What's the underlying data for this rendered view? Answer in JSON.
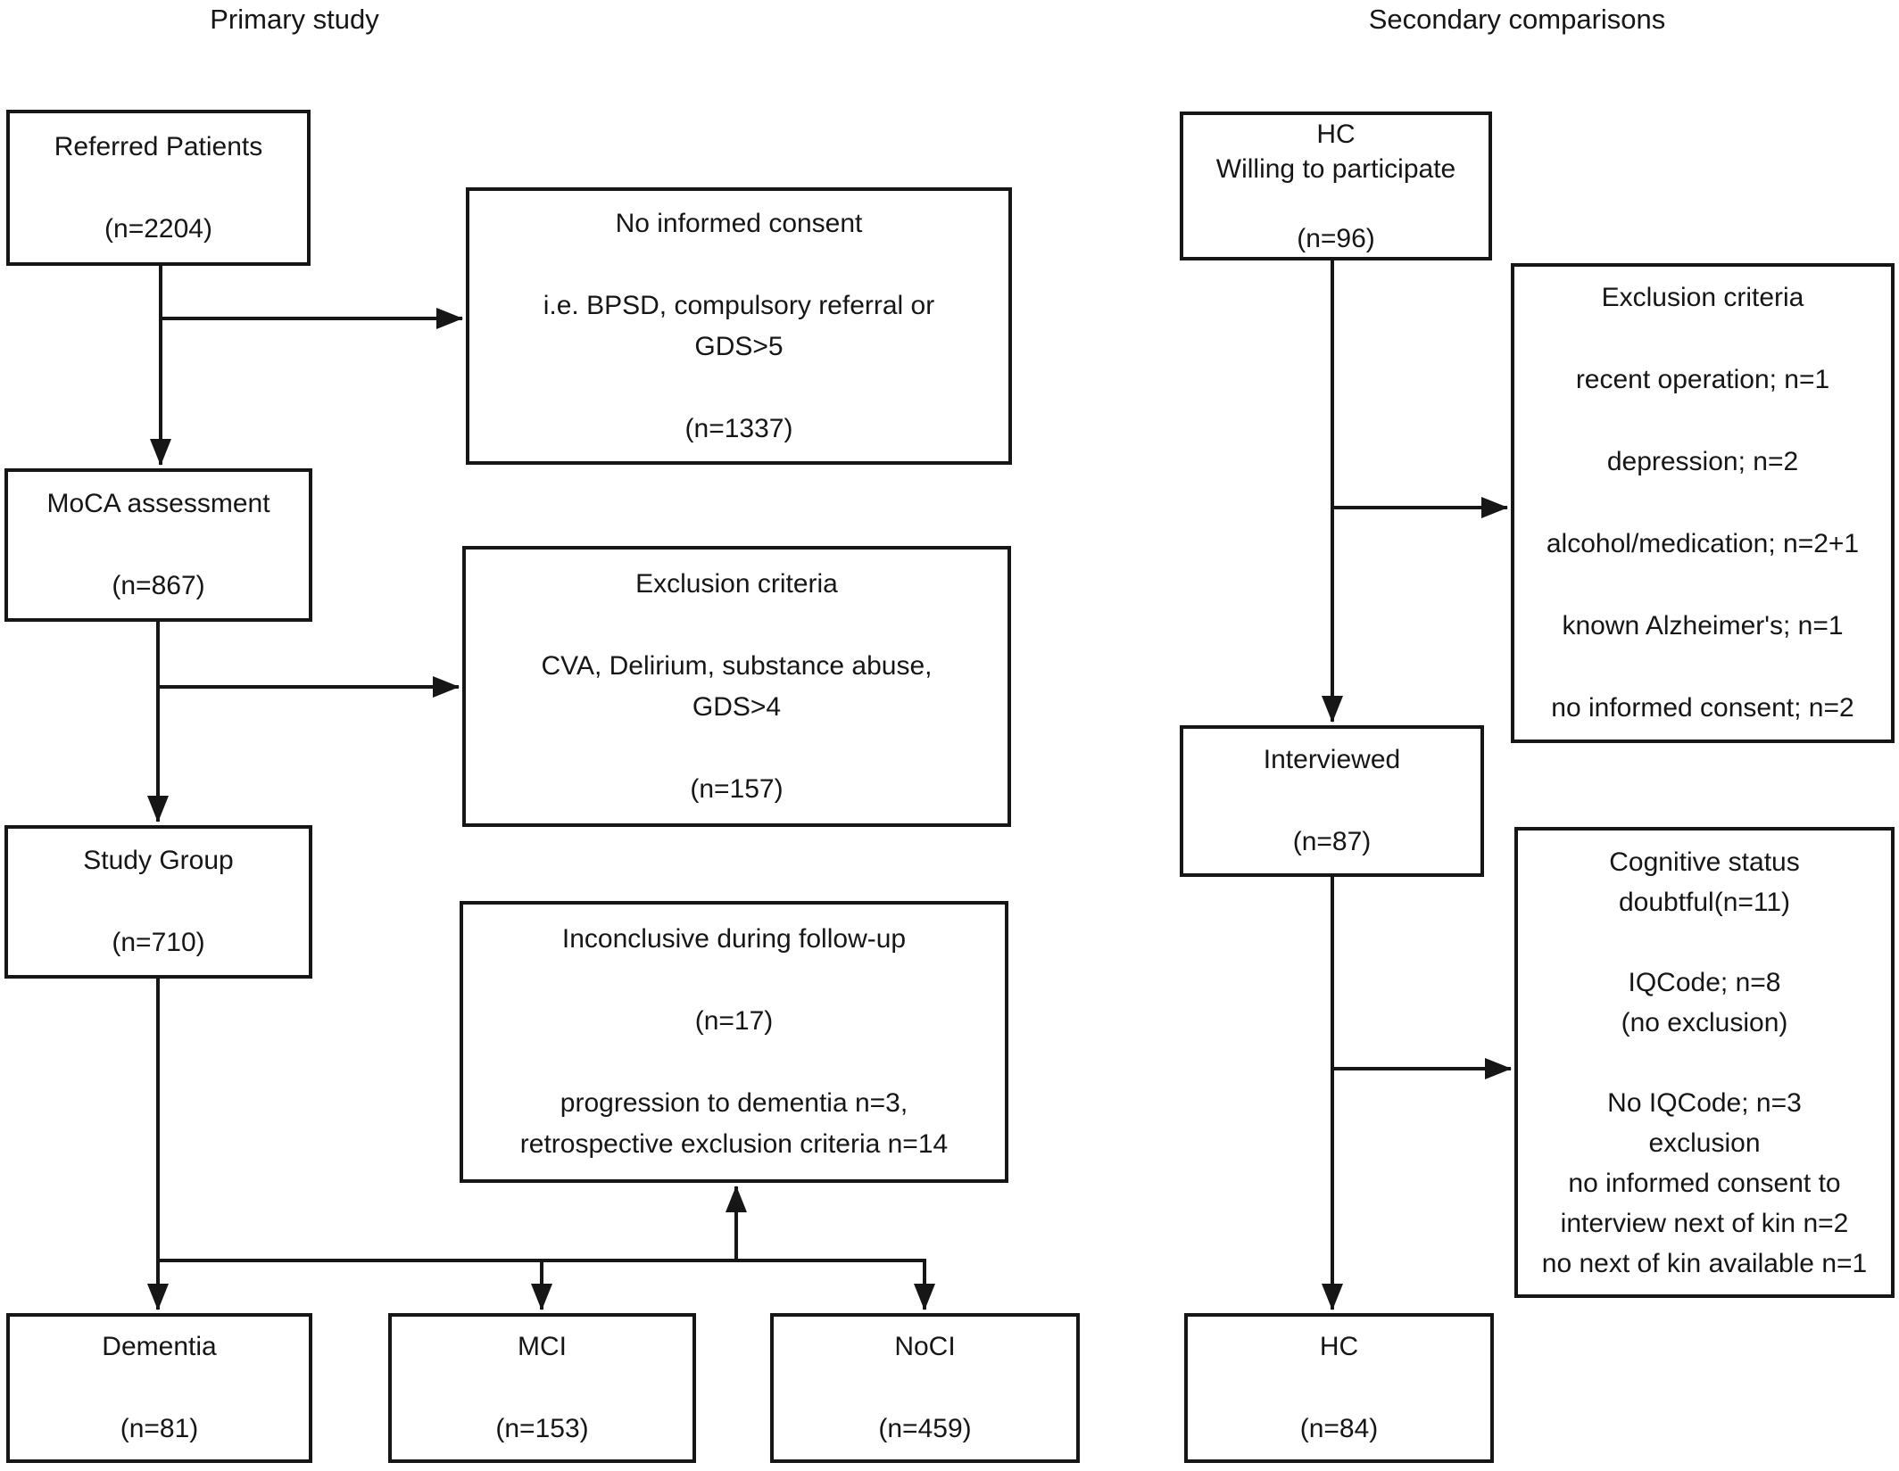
{
  "titles": {
    "primary": "Primary study",
    "secondary": "Secondary comparisons"
  },
  "colors": {
    "ink": "#161616",
    "background": "#ffffff"
  },
  "primary_flow": {
    "referred": "Referred Patients\n\n(n=2204)",
    "no_consent": "No informed consent\n\ni.e. BPSD, compulsory referral or\nGDS>5\n\n(n=1337)",
    "moca": "MoCA assessment\n\n(n=867)",
    "exclusion": "Exclusion criteria\n\nCVA, Delirium, substance abuse,\nGDS>4\n\n(n=157)",
    "study_group": "Study Group\n\n(n=710)",
    "inconclusive": "Inconclusive during follow-up\n\n(n=17)\n\nprogression to dementia n=3,\nretrospective exclusion criteria n=14",
    "dementia": "Dementia\n\n(n=81)",
    "mci": "MCI\n\n(n=153)",
    "noci": "NoCI\n\n(n=459)"
  },
  "secondary_flow": {
    "hc_willing": "HC\nWilling to participate\n\n(n=96)",
    "exclusion": "Exclusion criteria\n\nrecent operation; n=1\n\ndepression; n=2\n\nalcohol/medication; n=2+1\n\nknown Alzheimer's; n=1\n\nno informed consent; n=2",
    "interviewed": "Interviewed\n\n(n=87)",
    "cognitive": "Cognitive status\ndoubtful(n=11)\n\nIQCode; n=8\n(no exclusion)\n\nNo IQCode; n=3\nexclusion\nno informed consent to\ninterview next of kin n=2\nno next of kin available n=1",
    "hc_final": "HC\n\n(n=84)"
  }
}
